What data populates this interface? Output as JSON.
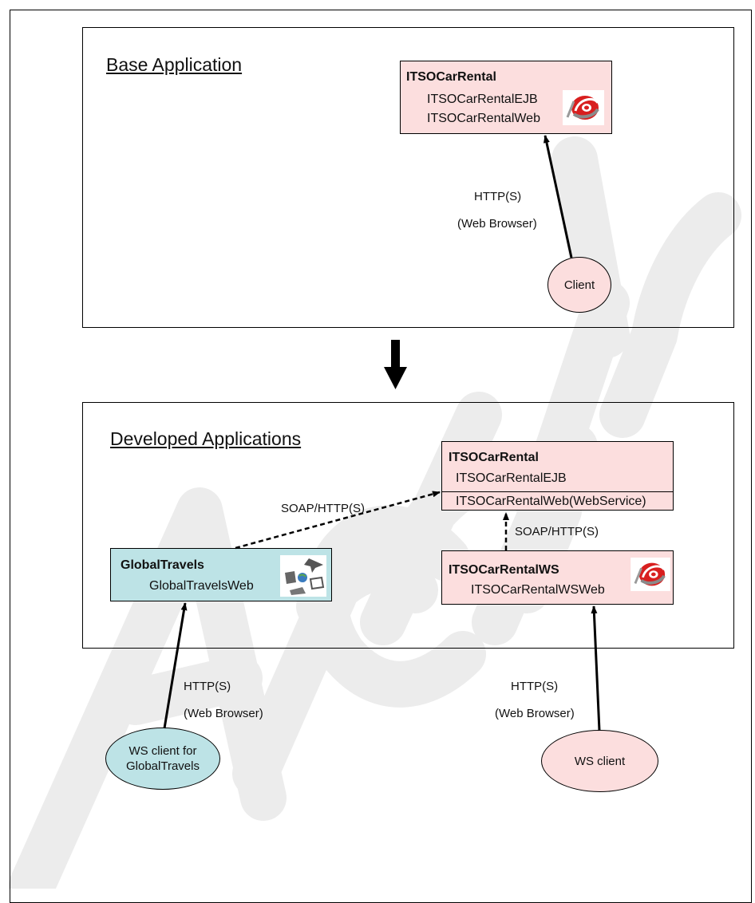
{
  "base_panel": {
    "title": "Base Application",
    "car_rental": {
      "name": "ITSOCarRental",
      "modules": [
        "ITSOCarRentalEJB",
        "ITSOCarRentalWeb"
      ],
      "icon": "ibm-ear-icon"
    },
    "connection": {
      "protocol": "HTTP(S)",
      "via": "(Web Browser)"
    },
    "client": "Client"
  },
  "developed_panel": {
    "title": "Developed Applications",
    "car_rental": {
      "name": "ITSOCarRental",
      "ejb": "ITSOCarRentalEJB",
      "web": "ITSOCarRentalWeb(WebService)"
    },
    "soap_label_left": "SOAP/HTTP(S)",
    "soap_label_right": "SOAP/HTTP(S)",
    "global_travels": {
      "name": "GlobalTravels",
      "module": "GlobalTravelsWeb",
      "icon": "travel-icon"
    },
    "car_rental_ws": {
      "name": "ITSOCarRentalWS",
      "module": "ITSOCarRentalWSWeb",
      "icon": "ibm-ear-icon"
    },
    "left_connection": {
      "protocol": "HTTP(S)",
      "via": "(Web Browser)"
    },
    "right_connection": {
      "protocol": "HTTP(S)",
      "via": "(Web Browser)"
    },
    "ws_client_global": [
      "WS client for",
      "GlobalTravels"
    ],
    "ws_client": "WS client"
  },
  "colors": {
    "pink": "#fcdede",
    "teal": "#bde3e6",
    "watermark": "#ececec"
  }
}
